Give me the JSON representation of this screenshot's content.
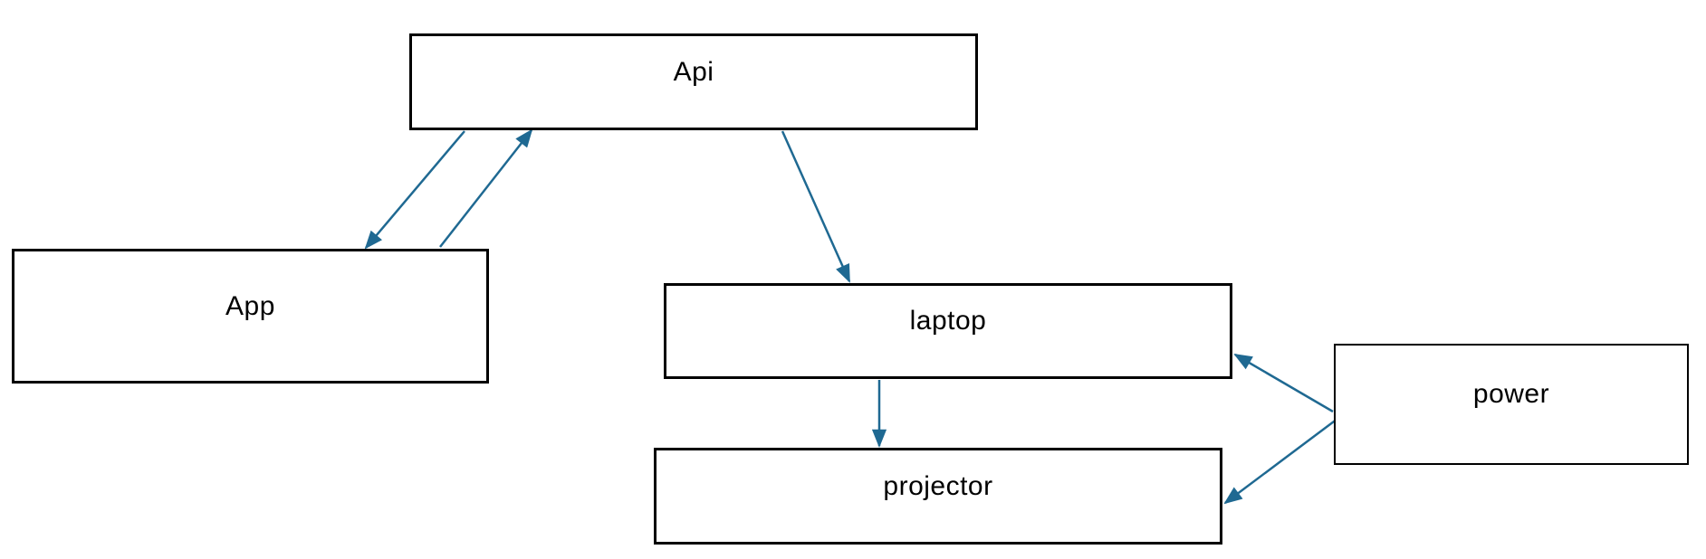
{
  "diagram": {
    "background_color": "#ffffff",
    "box_fill_color": "#ffffff",
    "box_border_color": "#000000",
    "text_color": "#000000",
    "arrow_color": "#1f6992",
    "nodes": [
      {
        "id": "api",
        "label": "Api"
      },
      {
        "id": "app",
        "label": "App"
      },
      {
        "id": "laptop",
        "label": "laptop"
      },
      {
        "id": "projector",
        "label": "projector"
      },
      {
        "id": "power",
        "label": "power"
      }
    ],
    "edges": [
      {
        "from": "Api",
        "to": "App",
        "arrowhead_at": "App"
      },
      {
        "from": "App",
        "to": "Api",
        "arrowhead_at": "Api"
      },
      {
        "from": "Api",
        "to": "laptop",
        "arrowhead_at": "laptop"
      },
      {
        "from": "laptop",
        "to": "projector",
        "arrowhead_at": "projector"
      },
      {
        "from": "power",
        "to": "laptop",
        "arrowhead_at": "laptop"
      },
      {
        "from": "power",
        "to": "projector",
        "arrowhead_at": "projector"
      }
    ]
  }
}
